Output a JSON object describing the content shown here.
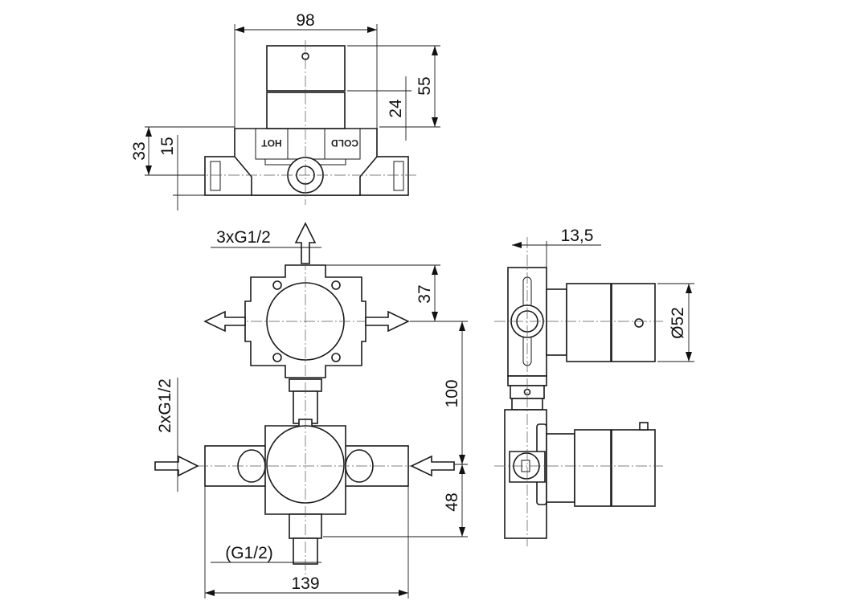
{
  "drawing": {
    "top_view": {
      "width_dim": "98",
      "height_dim": "55",
      "cap_dim": "24",
      "depth_dim": "33",
      "offset_dim": "15",
      "hot_label": "HOT",
      "cold_label": "COLD"
    },
    "front_view": {
      "outlet_label": "3xG1/2",
      "outlet_offset_dim": "37",
      "spacing_dim": "100",
      "inlet_label": "2xG1/2",
      "bottom_dim": "48",
      "bottom_outlet_label": "(G1/2)",
      "width_dim": "139"
    },
    "side_view": {
      "depth_dim": "13,5",
      "diameter_dim": "Ø52"
    }
  }
}
